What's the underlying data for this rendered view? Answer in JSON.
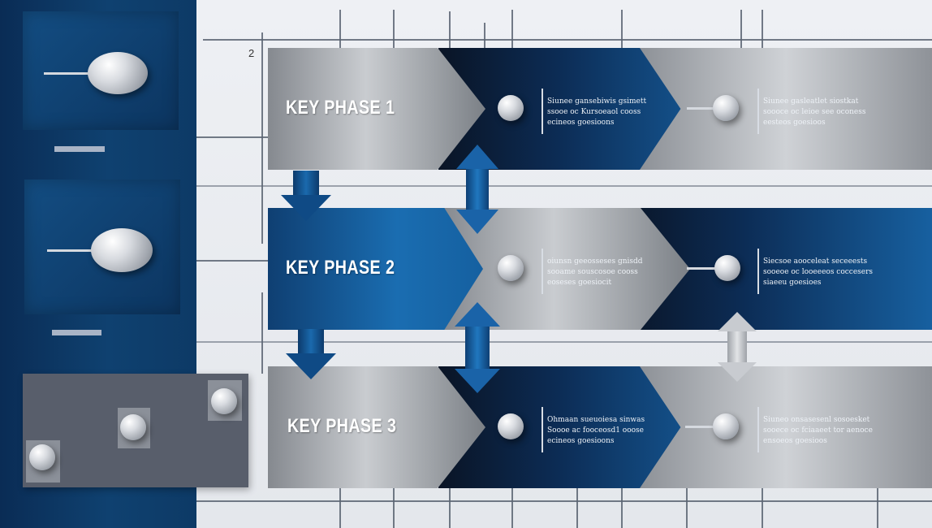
{
  "diagram": {
    "top_marker": "2",
    "phases": [
      {
        "label": "KEY PHASE 1",
        "desc_a": [
          "Siunee gansebiwis gsimett",
          "ssooe oc Kursoeaol cooss",
          "ecineos goesioons"
        ],
        "desc_b": [
          "Siunee gasleatlet siostkat",
          "soooce oc leioe see oconess",
          "eesteos goesioos"
        ]
      },
      {
        "label": "KEY PHASE 2",
        "desc_a": [
          "oiunsn geeosseses gnisdd",
          "sooame souscosoe cooss",
          "eoseses goesiocit"
        ],
        "desc_b": [
          "Siecsoe aooceleat seceeests",
          "sooeoe oc looeeeos coccesers",
          "siaeeu goesioes"
        ]
      },
      {
        "label": "KEY PHASE 3",
        "desc_a": [
          "Ohmaan sueuoiesa sinwas",
          "Soooe ac fooceosd1 ooose",
          "ecineos goesioons"
        ],
        "desc_b": [
          "Siuneo onsasesenl sosoesket",
          "sooece oc fciaaeet tor aenoce",
          "ensoeos goesioos"
        ]
      }
    ]
  }
}
